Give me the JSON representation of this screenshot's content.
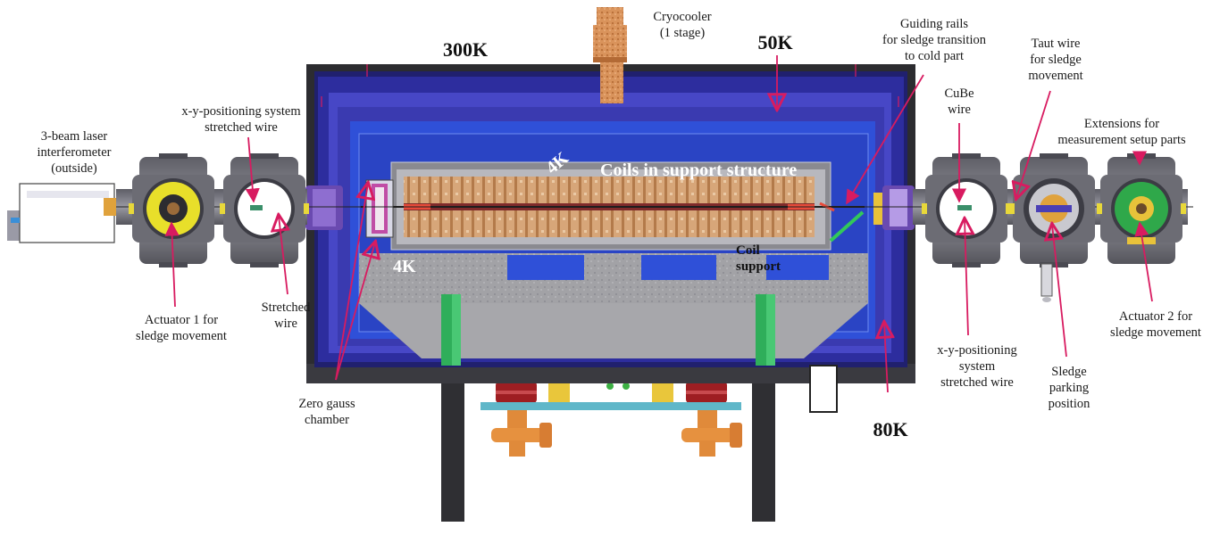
{
  "diagram": {
    "temperatures": {
      "t300": "300K",
      "t50": "50K",
      "t80": "80K",
      "t4_top": "4K",
      "t4_bottom": "4K"
    },
    "inner_labels": {
      "coils": "Coils in support structure",
      "coil_support": "Coil\nsupport"
    },
    "labels": {
      "laser": "3-beam laser\ninterferometer\n(outside)",
      "xy_left": "x-y-positioning system\nstretched wire",
      "actuator1": "Actuator 1 for\nsledge movement",
      "stretched": "Stretched\nwire",
      "zero_gauss": "Zero gauss\nchamber",
      "cryocooler": "Cryocooler\n(1 stage)",
      "guiding": "Guiding rails\nfor sledge transition\nto cold part",
      "cube": "CuBe\nwire",
      "taut": "Taut wire\nfor sledge\nmovement",
      "extensions": "Extensions for\nmeasurement setup parts",
      "xy_right": "x-y-positioning\nsystem\nstretched wire",
      "parking": "Sledge\nparking\nposition",
      "actuator2": "Actuator 2 for\nsledge movement"
    },
    "colors": {
      "arrow": "#d81b60",
      "outer_vessel": "#2b2b2b",
      "shield_80k": "#2d2d9e",
      "shield_50k": "#4646c4",
      "shield_4k": "#2e4fd6",
      "coil": "#d9a87a",
      "support": "#8a8a8a",
      "flange": "#6e6e78"
    }
  }
}
